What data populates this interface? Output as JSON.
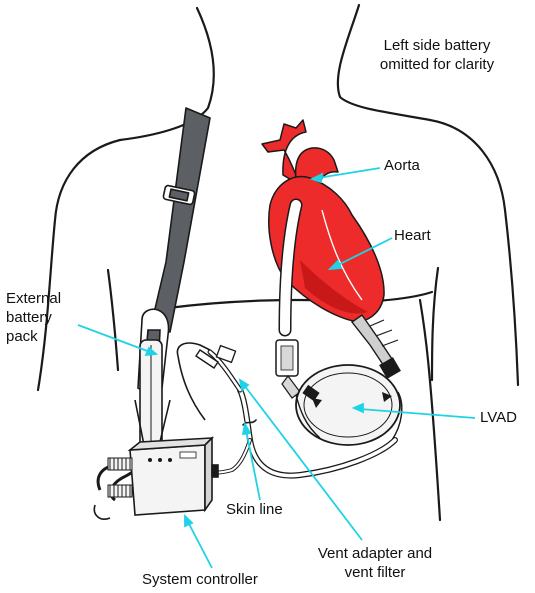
{
  "colors": {
    "outline": "#1a1a1a",
    "heart_fill": "#ee2b2b",
    "heart_dark": "#c81818",
    "strap_fill": "#5c5f63",
    "callout": "#1fd3e6",
    "device_fill": "#f4f4f4",
    "metal": "#bfbfbf"
  },
  "icons": [
    "strap-buckle-icon",
    "controller-connector-icon",
    "pump-housing-icon"
  ],
  "labels": {
    "note_line1": "Left side battery",
    "note_line2": "omitted for clarity",
    "aorta": "Aorta",
    "heart": "Heart",
    "battery_line1": "External",
    "battery_line2": "battery",
    "battery_line3": "pack",
    "lvad": "LVAD",
    "skin_line": "Skin line",
    "vent_line1": "Vent adapter and",
    "vent_line2": "vent filter",
    "controller": "System controller"
  }
}
